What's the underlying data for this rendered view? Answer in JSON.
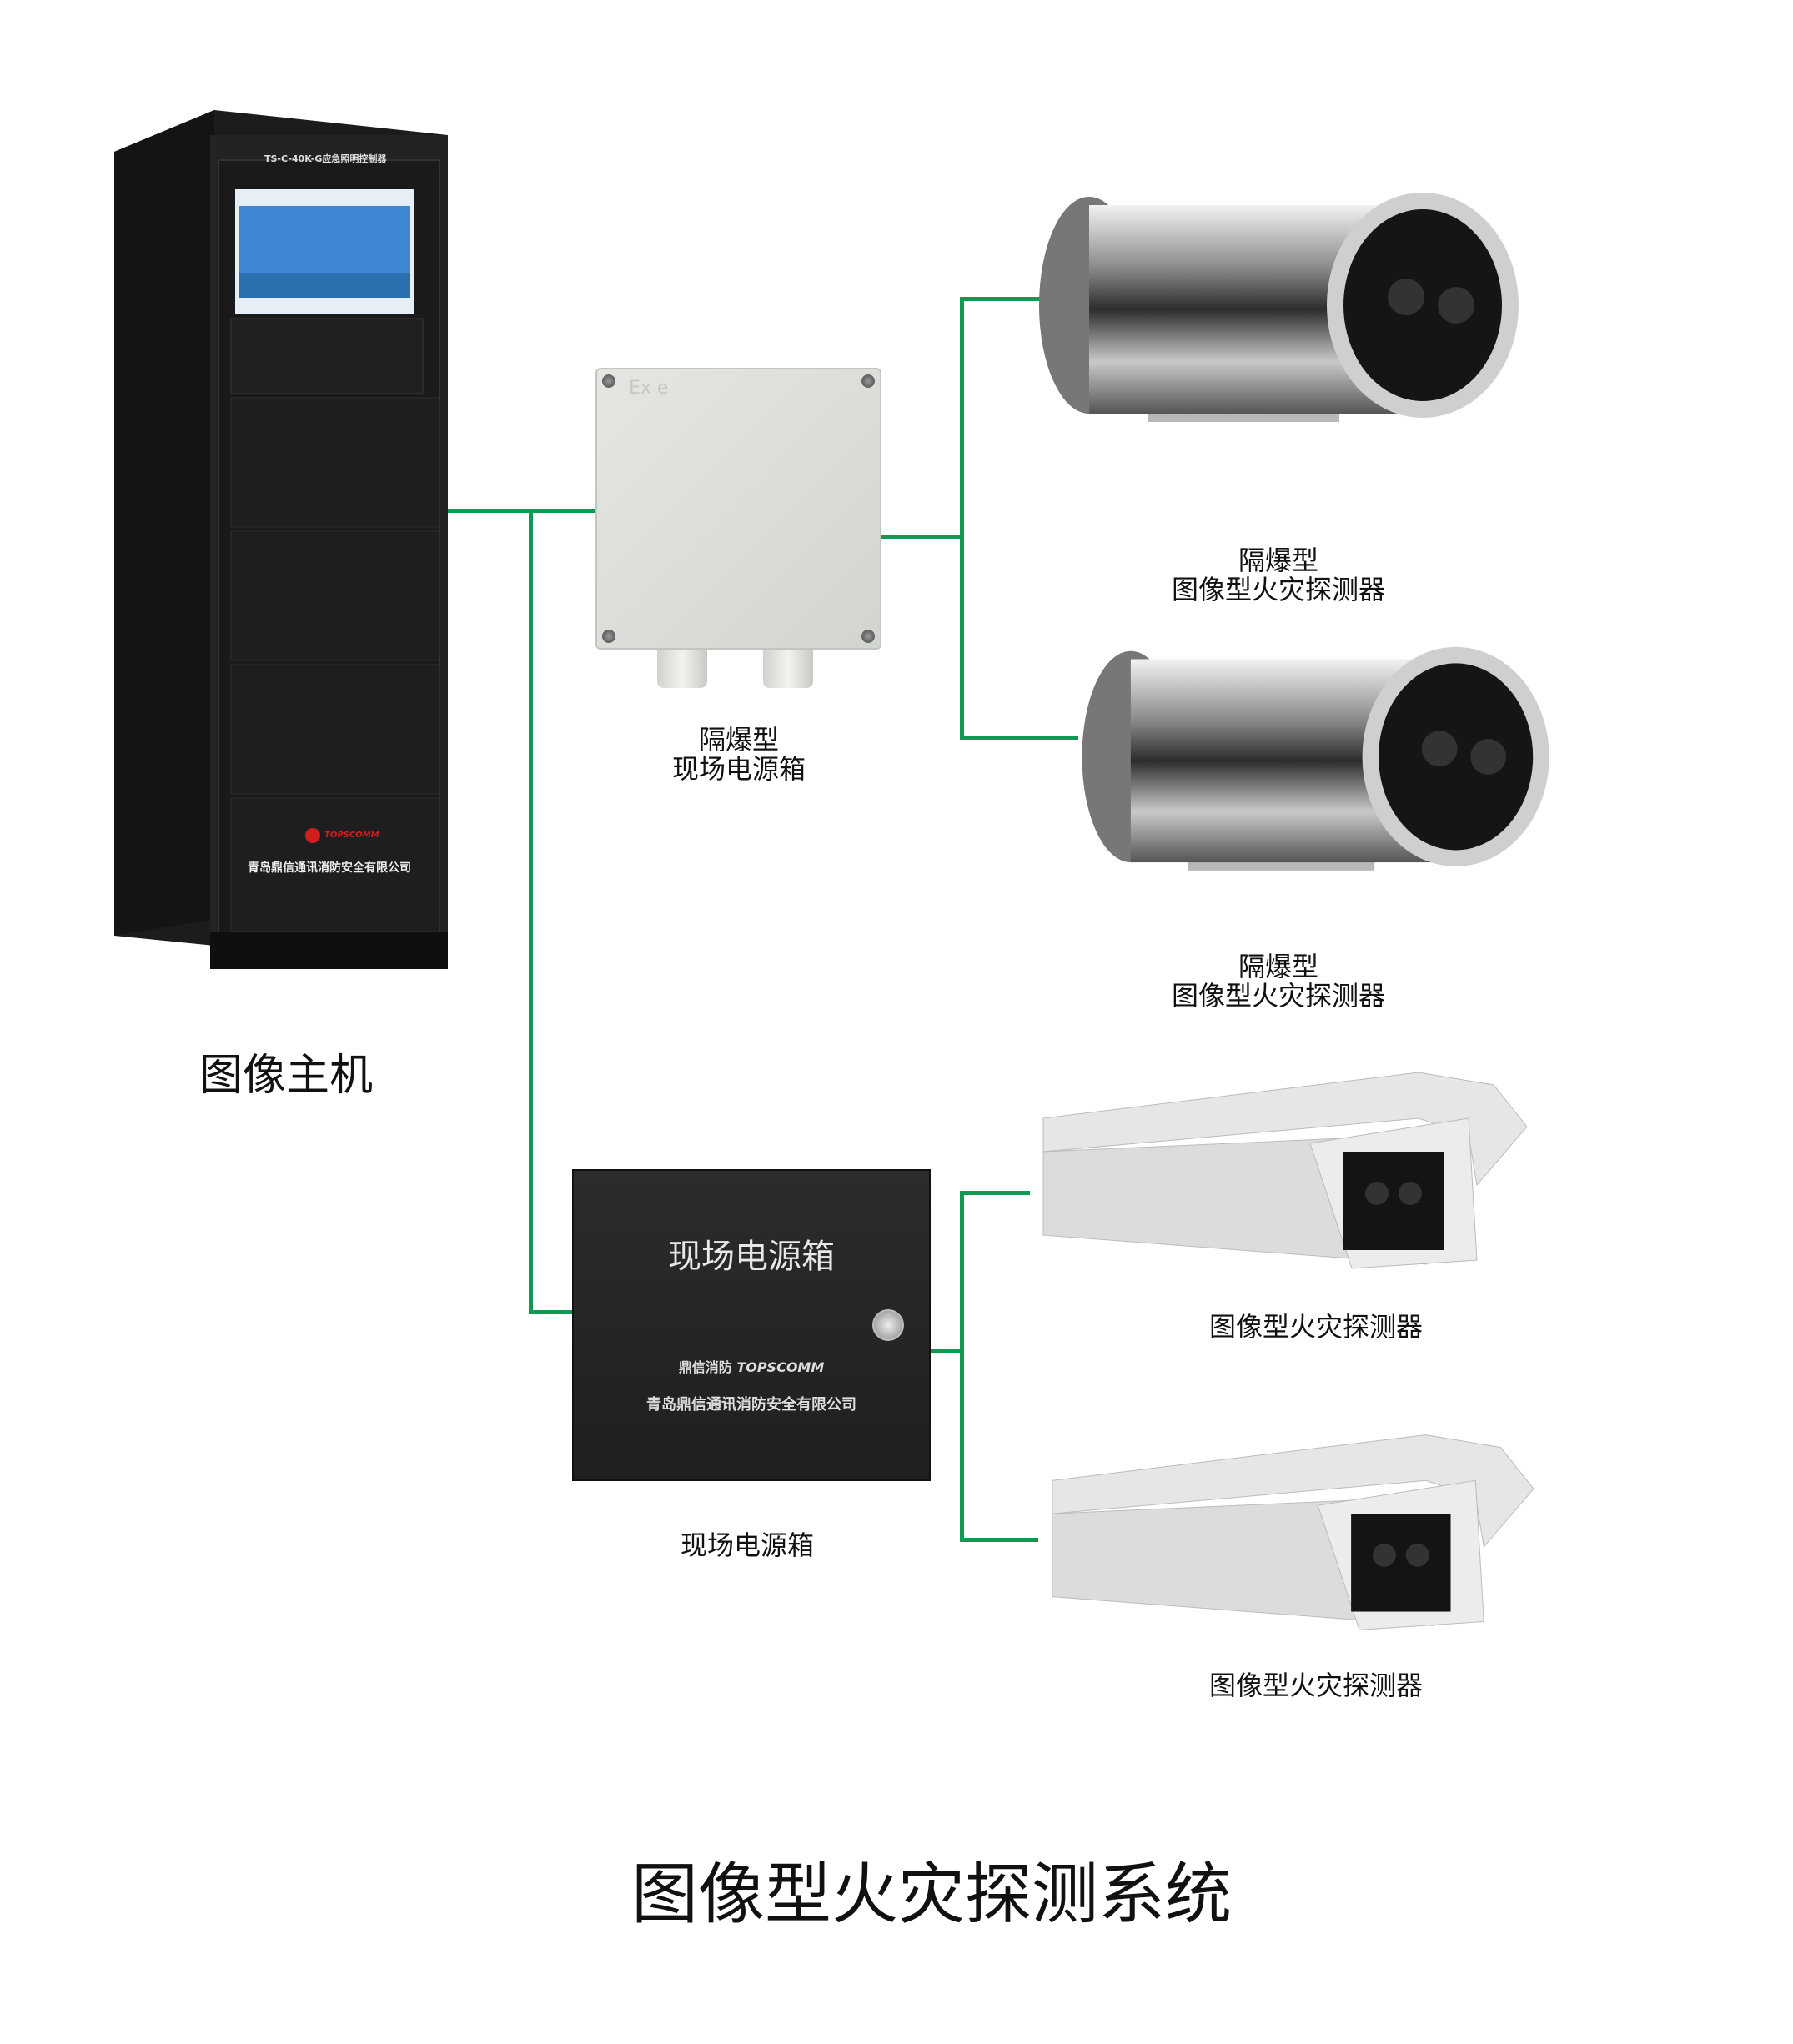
{
  "title": "图像型火灾探测系统",
  "host": {
    "label": "图像主机",
    "panel_title": "TS-C-40K-G应急照明控制器",
    "brand": "TOPSCOMM",
    "company": "青岛鼎信通讯消防安全有限公司"
  },
  "ex_power_box": {
    "label_line1": "隔爆型",
    "label_line2": "现场电源箱",
    "marking": "Ex e"
  },
  "power_box": {
    "label": "现场电源箱",
    "front_title": "现场电源箱",
    "logo_cn": "鼎信消防",
    "logo_en": "TOPSCOMM",
    "company": "青岛鼎信通讯消防安全有限公司"
  },
  "detectors": [
    {
      "label_line1": "隔爆型",
      "label_line2": "图像型火灾探测器"
    },
    {
      "label_line1": "隔爆型",
      "label_line2": "图像型火灾探测器"
    },
    {
      "label_line1": "",
      "label_line2": "图像型火灾探测器"
    },
    {
      "label_line1": "",
      "label_line2": "图像型火灾探测器"
    }
  ],
  "colors": {
    "connector": "#0f9a52"
  }
}
